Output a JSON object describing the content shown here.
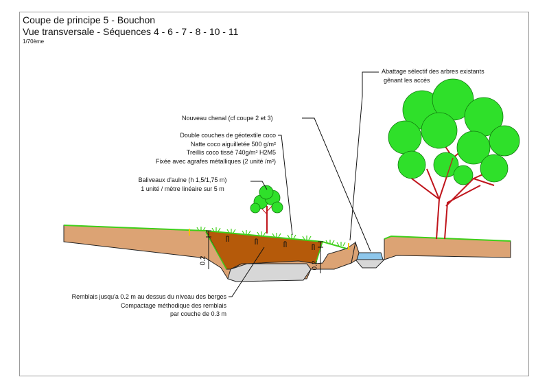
{
  "header": {
    "title": "Coupe de principe 5 - Bouchon",
    "subtitle": "Vue transversale - Séquences 4 - 6 - 7 - 8 - 10 - 11",
    "scale": "1/70ème"
  },
  "annotations": {
    "abattage": [
      "Abattage sélectif des arbres existants",
      "gênant les accès"
    ],
    "chenal": [
      "Nouveau chenal (cf coupe 2 et 3)"
    ],
    "geotextile": [
      "Double couches de géotextile coco",
      "Natte coco aiguilletée 500 g/m²",
      "Treillis coco tissé 740g/m² H2M5",
      "Fixée avec agrafes métalliques (2 unité /m²)"
    ],
    "baliveaux": [
      "Baliveaux d'aulne (h 1,5/1,75 m)",
      "1 unité / mètre linéaire sur 5 m"
    ],
    "remblais": [
      "Remblais jusqu'a 0.2 m au dessus du niveau des berges",
      "Compactage méthodique des remblais",
      "par couche de 0.3 m"
    ]
  },
  "dimensions": {
    "left": "0.2",
    "right": "0.2"
  },
  "colors": {
    "soil": "#dca374",
    "fill": "#b55a0a",
    "gravel": "#d7d7d7",
    "water": "#8ec7ec",
    "grass": "#3ecf1a",
    "foliage": "#2fe02a",
    "trunk": "#c0161d"
  }
}
